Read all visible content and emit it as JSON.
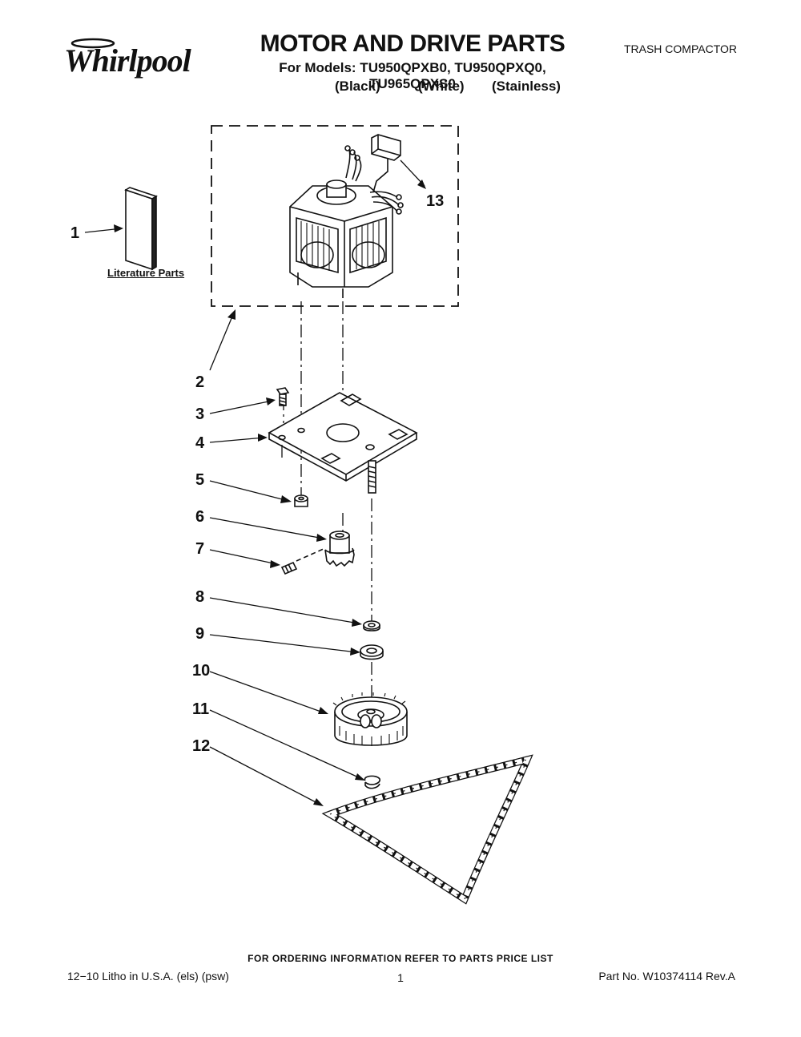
{
  "header": {
    "brand": "Whirlpool",
    "title": "MOTOR AND DRIVE PARTS",
    "models_line": "For Models: TU950QPXB0, TU950QPXQ0, TU965QPXS0",
    "variants": [
      "(Black)",
      "(White)",
      "(Stainless)"
    ],
    "category": "TRASH COMPACTOR"
  },
  "diagram": {
    "literature_label": "Literature Parts",
    "callouts": [
      "1",
      "2",
      "3",
      "4",
      "5",
      "6",
      "7",
      "8",
      "9",
      "10",
      "11",
      "12",
      "13"
    ]
  },
  "footer": {
    "ordering_note": "FOR ORDERING INFORMATION REFER TO PARTS PRICE LIST",
    "litho": "12−10 Litho in U.S.A. (els) (psw)",
    "page": "1",
    "part_no": "Part No. W10374114 Rev.A"
  }
}
